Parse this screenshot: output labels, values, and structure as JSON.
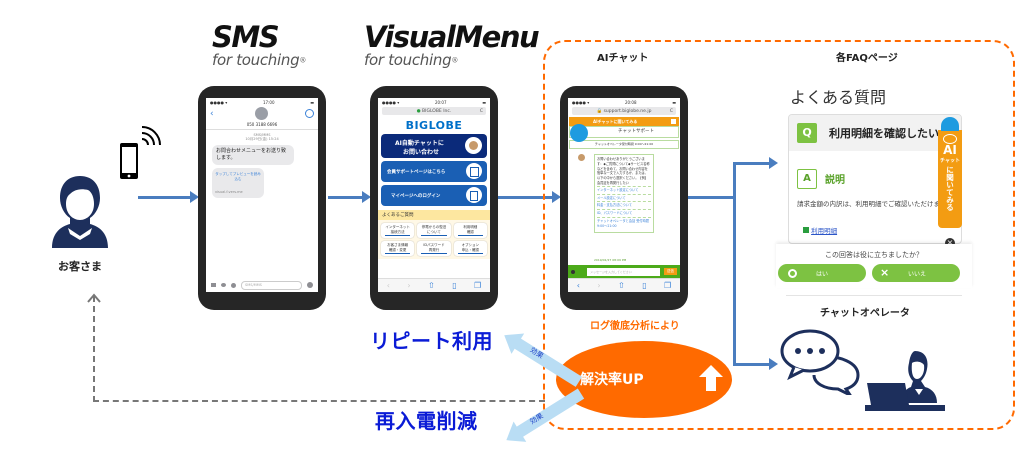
{
  "headings": {
    "sms": {
      "title": "SMS",
      "subtitle": "for touching",
      "mark": "®"
    },
    "visualmenu": {
      "title": "VisualMenu",
      "subtitle": "for touching",
      "mark": "®"
    },
    "ai_chat": "AIチャット",
    "faq_pages": "各FAQページ",
    "chat_operator": "チャットオペレータ"
  },
  "customer": {
    "label": "お客さま"
  },
  "sms_phone": {
    "time": "17:00",
    "phone_number": "050 3188 6696",
    "meta_line1": "SMS/MMS",
    "meta_line2": "10月29日(金) 15:24",
    "message": "お問合わせメニューをお送り致します。",
    "preview_link": "タップしてプレビューを読み込む",
    "link_domain": "visual.f-vers.me",
    "input_placeholder": "SMS/MMS"
  },
  "visualmenu_phone": {
    "time": "20:07",
    "url": "BIGLOBE Inc.",
    "logo": "BIGLOBE",
    "buttons": [
      {
        "line1": "AI自動チャットに",
        "line2": "お問い合わせ"
      },
      {
        "line1": "会員サポートページはこちら",
        "line2": ""
      },
      {
        "line1": "マイページへのログイン",
        "line2": ""
      }
    ],
    "faq_header": "よくあるご質問",
    "faq_items": [
      {
        "line1": "インターネット",
        "line2": "接続方法"
      },
      {
        "line1": "停電からの復旧",
        "line2": "について"
      },
      {
        "line1": "利用明細",
        "line2": "確認"
      },
      {
        "line1": "お客さま情報",
        "line2": "確認・変更"
      },
      {
        "line1": "IDパスワード",
        "line2": "再発行"
      },
      {
        "line1": "オプション",
        "line2": "申込・確認"
      }
    ]
  },
  "aichat_phone": {
    "time": "20:08",
    "url": "support.biglobe.ne.jp",
    "banner": "AIチャットに聞いてみる",
    "support_title": "チャットサポート",
    "hours_note": "チャットオペレータ受付時間 9:00〜21:00",
    "bot_message": "お問い合わせありがとうございます：◆ご質問について◆サービス名称などを含めて、お問い合わせ内容を簡単な一文で入力するか、または、以下の中から選択ください。【例】会員証を再発行したい",
    "options": [
      "インターネット設定について",
      "メール設定について",
      "料金・支払方法について",
      "ID、パスワードについて",
      "チャットオペレータと会話 受付時間 9:00〜21:00"
    ],
    "timestamp": "2019/02/27 08:09 PM",
    "input_placeholder": "メッセージを入力してください",
    "send_label": "送信"
  },
  "faq_page": {
    "title": "よくある質問",
    "q_badge": "Q",
    "question": "利用明細を確認したい",
    "a_badge": "A",
    "answer_title": "説明",
    "answer_text": "請求金額の内訳は、利用明細でご確認いただけます。",
    "link": "利用明細",
    "feedback_question": "この回答は役に立ちましたか？",
    "yes_label": "はい",
    "no_label": "いいえ",
    "side_tab": {
      "line1": "AI",
      "line2": "チャット",
      "line3": "に聞いてみる"
    }
  },
  "effects": {
    "analysis_note": "ログ徹底分析により",
    "resolution": "解決率UP",
    "effect_tag": "効果",
    "repeat_use": "リピート利用",
    "reduce_calls": "再入電削減"
  },
  "colors": {
    "flow_blue": "#4a7dbf",
    "orange": "#ff6a00",
    "effect_blue": "#0a1bd6",
    "green": "#7dc242",
    "navy": "#1d2f5c"
  }
}
